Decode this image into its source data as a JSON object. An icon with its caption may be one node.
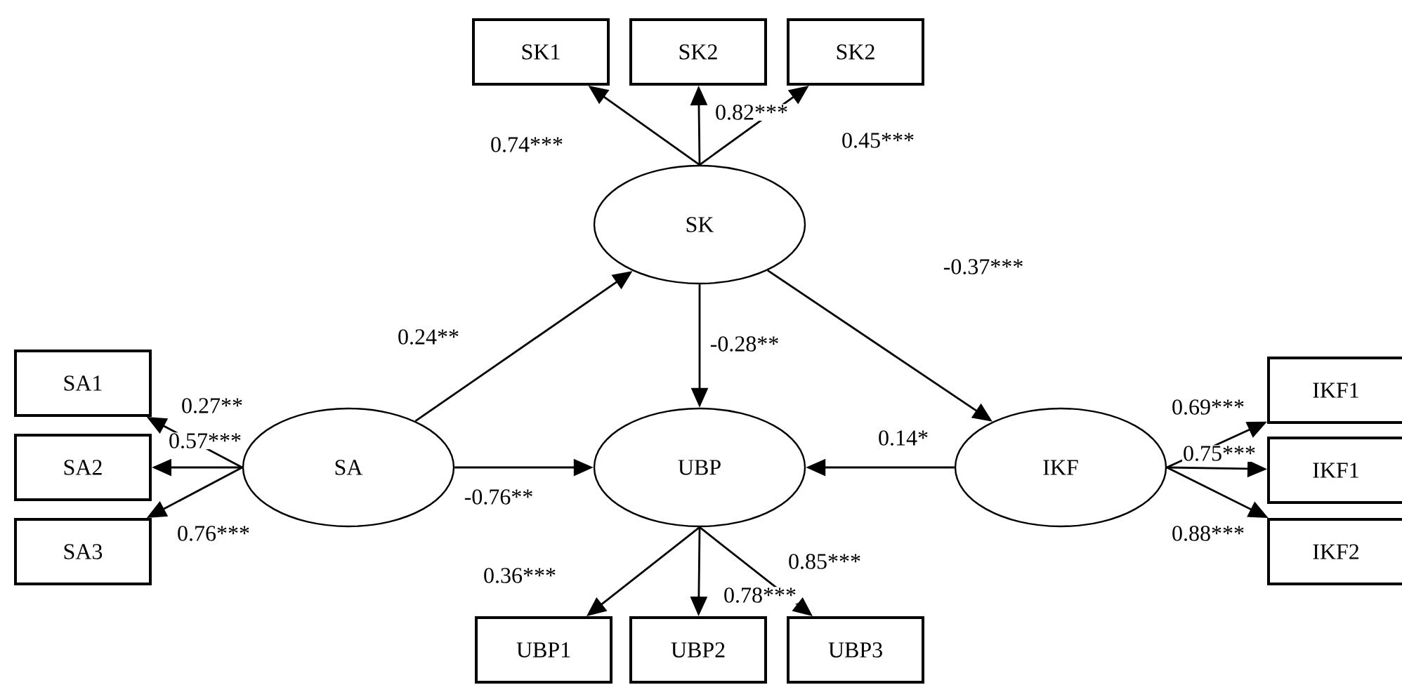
{
  "diagram": {
    "nodes": [
      {
        "text": [
          "SK"
        ]
      },
      {
        "text": [
          "SA"
        ]
      },
      {
        "text": [
          "UBP"
        ]
      },
      {
        "text": [
          "IKF"
        ]
      },
      {
        "text": [
          "SK1"
        ]
      },
      {
        "text": [
          "SK2"
        ]
      },
      {
        "text": [
          "SK2"
        ]
      },
      {
        "text": [
          "SA1"
        ]
      },
      {
        "text": [
          "SA2"
        ]
      },
      {
        "text": [
          "SA3"
        ]
      },
      {
        "text": [
          "IKF1"
        ]
      },
      {
        "text": [
          "IKF1"
        ]
      },
      {
        "text": [
          "IKF2"
        ]
      },
      {
        "text": [
          "UBP1"
        ]
      },
      {
        "text": [
          "UBP2"
        ]
      },
      {
        "text": [
          "UBP3"
        ]
      }
    ],
    "edges": [
      {
        "from": 1,
        "to": 0,
        "arrow": "to",
        "label": "0.24**"
      },
      {
        "from": 0,
        "to": 2,
        "arrow": "to",
        "label": "-0.28**"
      },
      {
        "from": 0,
        "to": 3,
        "arrow": "to",
        "label": "-0.37***"
      },
      {
        "from": 1,
        "to": 2,
        "arrow": "to",
        "label": "-0.76**"
      },
      {
        "from": 3,
        "to": 2,
        "arrow": "to",
        "label": "0.14*"
      },
      {
        "from": 0,
        "to": 4,
        "arrow": "to",
        "label": "0.74***"
      },
      {
        "from": 0,
        "to": 5,
        "arrow": "to",
        "label": "0.82***"
      },
      {
        "from": 0,
        "to": 6,
        "arrow": "to",
        "label": "0.45***"
      },
      {
        "from": 1,
        "to": 7,
        "arrow": "to",
        "label": "0.27**"
      },
      {
        "from": 1,
        "to": 8,
        "arrow": "to",
        "label": "0.57***"
      },
      {
        "from": 1,
        "to": 9,
        "arrow": "to",
        "label": "0.76***"
      },
      {
        "from": 3,
        "to": 10,
        "arrow": "to",
        "label": "0.69***"
      },
      {
        "from": 3,
        "to": 11,
        "arrow": "to",
        "label": "0.75***"
      },
      {
        "from": 3,
        "to": 12,
        "arrow": "to",
        "label": "0.88***"
      },
      {
        "from": 2,
        "to": 13,
        "arrow": "to",
        "label": "0.36***"
      },
      {
        "from": 2,
        "to": 14,
        "arrow": "to",
        "label": "0.78***"
      },
      {
        "from": 2,
        "to": 15,
        "arrow": "to",
        "label": "0.85***"
      }
    ]
  }
}
